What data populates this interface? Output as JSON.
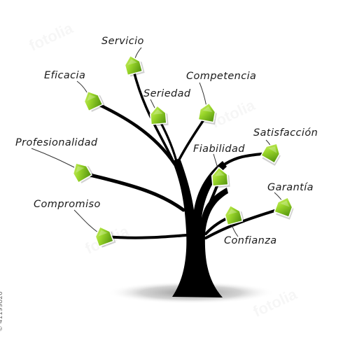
{
  "labels": {
    "servicio": "Servicio",
    "eficacia": "Eficacia",
    "competencia": "Competencia",
    "seriedad": "Seriedad",
    "satisfaccion": "Satisfacción",
    "profesionalidad": "Profesionalidad",
    "fiabilidad": "Fiabilidad",
    "garantia": "Garantía",
    "compromiso": "Compromiso",
    "confianza": "Confianza"
  },
  "stock_id": "© 41199826",
  "watermark_text": "fotolia",
  "colors": {
    "trunk": "#000000",
    "leaf_light": "#c7ec5a",
    "leaf_mid": "#8fcc21",
    "leaf_dark": "#4f8f0c",
    "shadow": "#9a9a9a",
    "text": "#1a1a1a"
  },
  "leaf_icon": "house-shaped-tag-icon"
}
